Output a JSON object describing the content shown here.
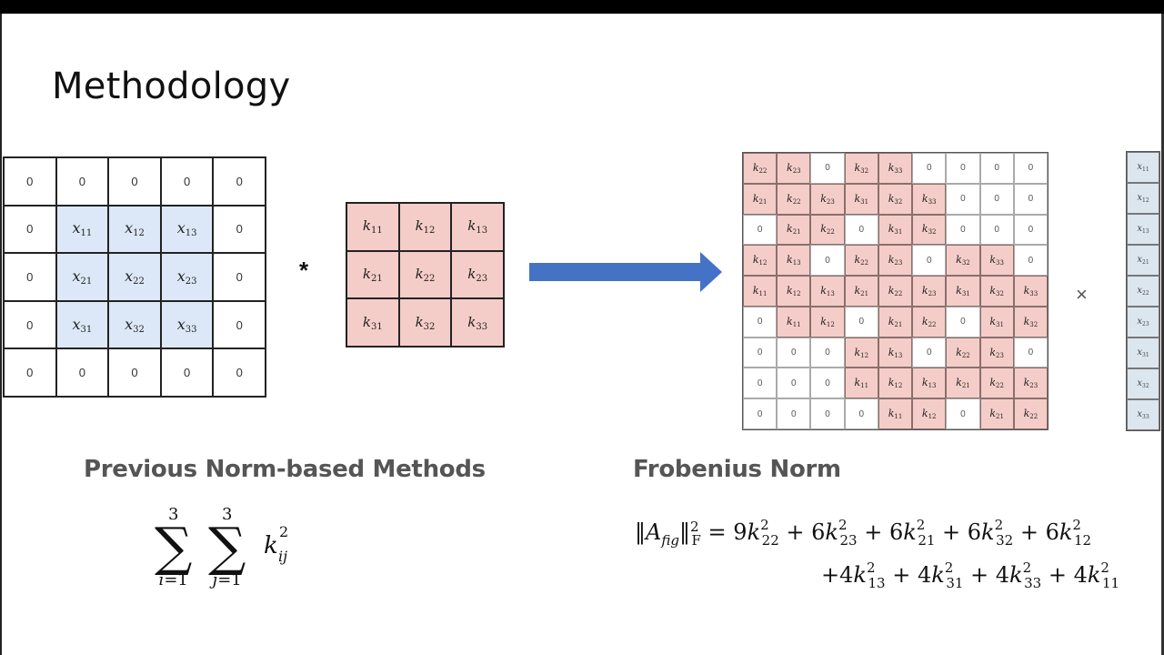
{
  "slide": {
    "title": "Methodology"
  },
  "input_matrix": {
    "rows": [
      [
        "0",
        "0",
        "0",
        "0",
        "0"
      ],
      [
        "0",
        "x11",
        "x12",
        "x13",
        "0"
      ],
      [
        "0",
        "x21",
        "x22",
        "x23",
        "0"
      ],
      [
        "0",
        "x31",
        "x32",
        "x33",
        "0"
      ],
      [
        "0",
        "0",
        "0",
        "0",
        "0"
      ]
    ],
    "highlight_color": "#dce8f7"
  },
  "operator_conv": "*",
  "kernel_matrix": {
    "rows": [
      [
        "k11",
        "k12",
        "k13"
      ],
      [
        "k21",
        "k22",
        "k23"
      ],
      [
        "k31",
        "k32",
        "k33"
      ]
    ],
    "highlight_color": "#f5cdc8"
  },
  "arrow_color": "#4472c4",
  "toeplitz_matrix": {
    "rows": [
      [
        "k22",
        "k23",
        "0",
        "k32",
        "k33",
        "0",
        "0",
        "0",
        "0"
      ],
      [
        "k21",
        "k22",
        "k23",
        "k31",
        "k32",
        "k33",
        "0",
        "0",
        "0"
      ],
      [
        "0",
        "k21",
        "k22",
        "0",
        "k31",
        "k32",
        "0",
        "0",
        "0"
      ],
      [
        "k12",
        "k13",
        "0",
        "k22",
        "k23",
        "0",
        "k32",
        "k33",
        "0"
      ],
      [
        "k11",
        "k12",
        "k13",
        "k21",
        "k22",
        "k23",
        "k31",
        "k32",
        "k33"
      ],
      [
        "0",
        "k11",
        "k12",
        "0",
        "k21",
        "k22",
        "0",
        "k31",
        "k32"
      ],
      [
        "0",
        "0",
        "0",
        "k12",
        "k13",
        "0",
        "k22",
        "k23",
        "0"
      ],
      [
        "0",
        "0",
        "0",
        "k11",
        "k12",
        "k13",
        "k21",
        "k22",
        "k23"
      ],
      [
        "0",
        "0",
        "0",
        "0",
        "k11",
        "k12",
        "0",
        "k21",
        "k22"
      ]
    ]
  },
  "operator_times": "×",
  "vector": [
    "x11",
    "x12",
    "x13",
    "x21",
    "x22",
    "x23",
    "x31",
    "x32",
    "x33"
  ],
  "previous_methods": {
    "heading": "Previous Norm-based Methods",
    "formula": {
      "sum1_upper": "3",
      "sum1_lower_var": "i",
      "sum1_lower_val": "=1",
      "sum2_upper": "3",
      "sum2_lower_var": "j",
      "sum2_lower_val": "=1",
      "sigma": "∑",
      "term_base": "k",
      "term_sub": "ij",
      "term_sup": "2"
    }
  },
  "frobenius": {
    "heading": "Frobenius Norm",
    "line1_terms": [
      {
        "coef": "9",
        "sub": "22"
      },
      {
        "coef": "6",
        "sub": "23"
      },
      {
        "coef": "6",
        "sub": "21"
      },
      {
        "coef": "6",
        "sub": "32"
      },
      {
        "coef": "6",
        "sub": "12"
      }
    ],
    "line2_terms": [
      {
        "coef": "4",
        "sub": "13"
      },
      {
        "coef": "4",
        "sub": "31"
      },
      {
        "coef": "4",
        "sub": "33"
      },
      {
        "coef": "4",
        "sub": "11"
      }
    ],
    "lhs_matrix": "A",
    "lhs_sub": "fig",
    "lhs_norm_sub": "F",
    "lhs_norm_sup": "2"
  }
}
